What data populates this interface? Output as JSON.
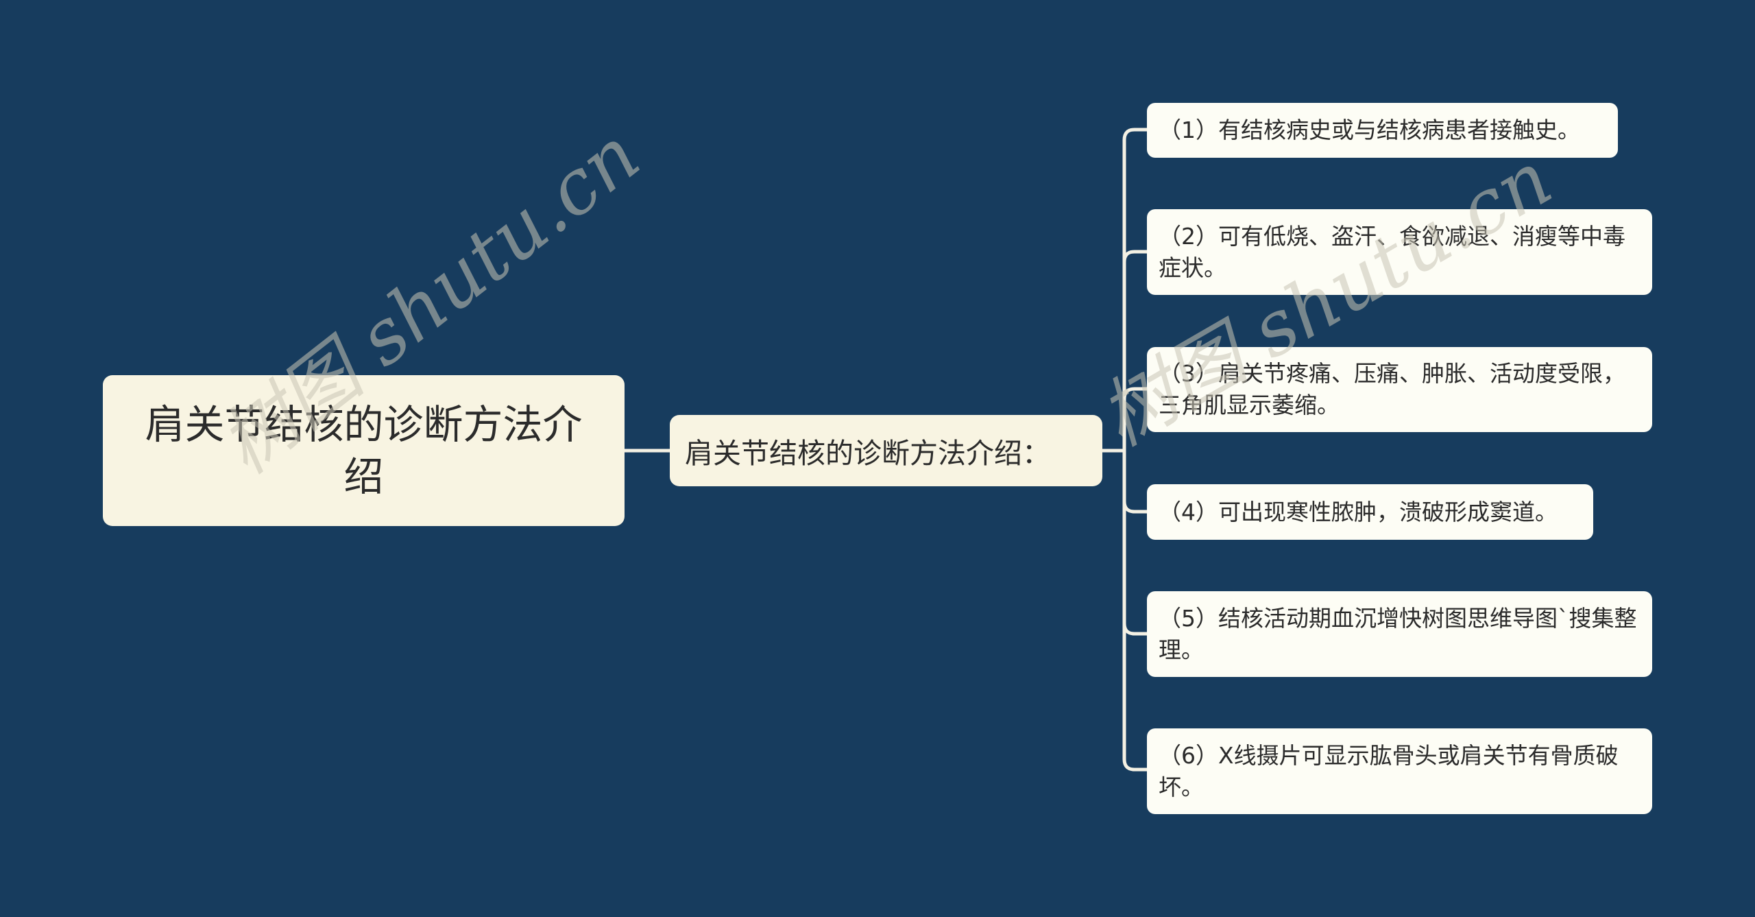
{
  "colors": {
    "background": "#173C5E",
    "root_fill": "#F8F4E2",
    "sub_fill": "#F8F4E2",
    "leaf_fill": "#FDFDF5",
    "connector": "#F4F1E4",
    "text": "#2B2B2B"
  },
  "mindmap": {
    "root": {
      "label": "肩关节结核的诊断方法介绍"
    },
    "branch": {
      "label": "肩关节结核的诊断方法介绍："
    },
    "leaves": [
      {
        "label": "（1）有结核病史或与结核病患者接触史。"
      },
      {
        "label": "（2）可有低烧、盗汗、食欲减退、消瘦等中毒症状。"
      },
      {
        "label": "（3）肩关节疼痛、压痛、肿胀、活动度受限，三角肌显示萎缩。"
      },
      {
        "label": "（4）可出现寒性脓肿，溃破形成窦道。"
      },
      {
        "label": "（5）结核活动期血沉增快树图思维导图`搜集整理。"
      },
      {
        "label": "（6）X线摄片可显示肱骨头或肩关节有骨质破坏。"
      }
    ]
  },
  "watermarks": [
    {
      "text": "树图 shutu.cn"
    },
    {
      "text": "树图 shutu.cn"
    }
  ]
}
